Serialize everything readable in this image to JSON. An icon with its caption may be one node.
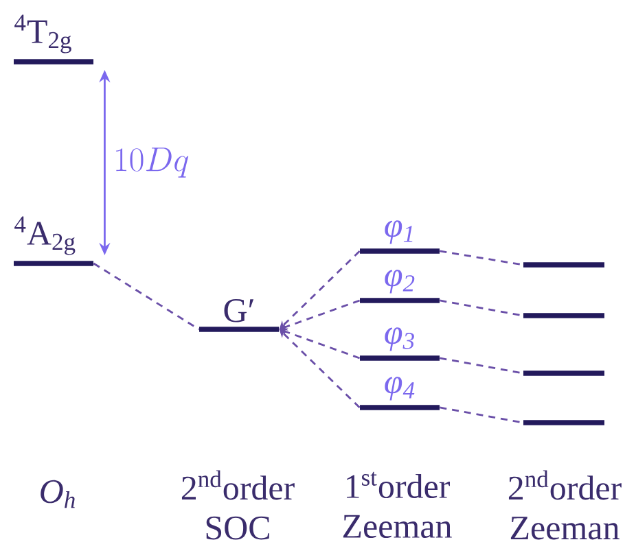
{
  "diagram": {
    "nodes": [
      {
        "text": [
          "$^{4}$T$_{2g}$"
        ]
      },
      {
        "text": [
          "$^{4}$A$_{2g}$"
        ]
      },
      {
        "text": [
          "G′"
        ]
      },
      {
        "text": [
          "φ$_{1}$"
        ]
      },
      {
        "text": [
          "φ$_{2}$"
        ]
      },
      {
        "text": [
          "φ$_{3}$"
        ]
      },
      {
        "text": [
          "φ$_{4}$"
        ]
      },
      {
        "text": [],
        "shape": "bar"
      },
      {
        "text": [],
        "shape": "bar"
      },
      {
        "text": [],
        "shape": "bar"
      },
      {
        "text": [],
        "shape": "bar"
      }
    ],
    "edges": [
      {
        "from": 0,
        "to": 1,
        "arrow": "both",
        "label": "10Dq",
        "color": "#7b68ee"
      },
      {
        "from": 1,
        "to": 2,
        "arrow": "none",
        "style": "dashed"
      },
      {
        "from": 3,
        "to": 2,
        "arrow": "to",
        "style": "dashed"
      },
      {
        "from": 4,
        "to": 2,
        "arrow": "to",
        "style": "dashed"
      },
      {
        "from": 5,
        "to": 2,
        "arrow": "to",
        "style": "dashed"
      },
      {
        "from": 6,
        "to": 2,
        "arrow": "to",
        "style": "dashed"
      },
      {
        "from": 3,
        "to": 7,
        "arrow": "none",
        "style": "dashed"
      },
      {
        "from": 4,
        "to": 8,
        "arrow": "none",
        "style": "dashed"
      },
      {
        "from": 5,
        "to": 9,
        "arrow": "none",
        "style": "dashed"
      },
      {
        "from": 6,
        "to": 10,
        "arrow": "none",
        "style": "dashed"
      }
    ],
    "labels": [
      "O$_{h}$",
      "2$^{nd}$order SOC",
      "1$^{st}$order Zeeman",
      "2$^{nd}$order Zeeman"
    ]
  }
}
